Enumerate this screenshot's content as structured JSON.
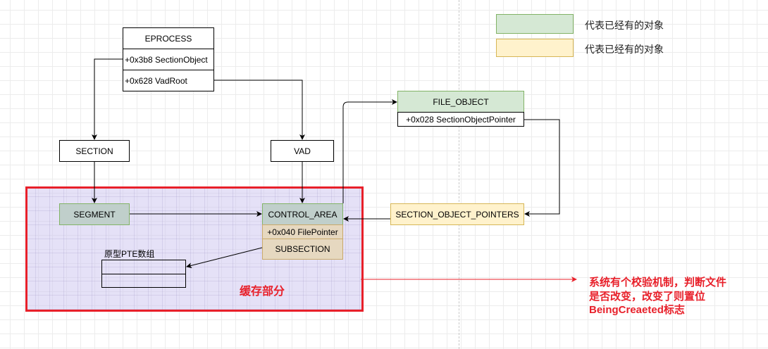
{
  "legend": [
    {
      "label": "代表已经有的对象",
      "color": "#d5e8d4"
    },
    {
      "label": "代表已经有的对象",
      "color": "#fff2cc"
    }
  ],
  "eprocess": {
    "title": "EPROCESS",
    "fields": [
      "+0x3b8 SectionObject",
      "+0x628 VadRoot"
    ]
  },
  "section": "SECTION",
  "vad": "VAD",
  "segment": "SEGMENT",
  "control_area": {
    "title": "CONTROL_AREA",
    "field": "+0x040 FilePointer",
    "subsection": "SUBSECTION"
  },
  "file_object": {
    "title": "FILE_OBJECT",
    "field": "+0x028 SectionObjectPointer"
  },
  "section_object_pointers": "SECTION_OBJECT_POINTERS",
  "pte_array": {
    "label": "原型PTE数组"
  },
  "cache_region_label": "缓存部分",
  "annotation": {
    "line1": "系统有个校验机制，判断文件",
    "line2": "是否改变，改变了则置位",
    "line3": "BeingCreaeted标志"
  },
  "colors": {
    "accent_red": "#e8202a",
    "green": "#d5e8d4",
    "yellow": "#fff2cc"
  }
}
